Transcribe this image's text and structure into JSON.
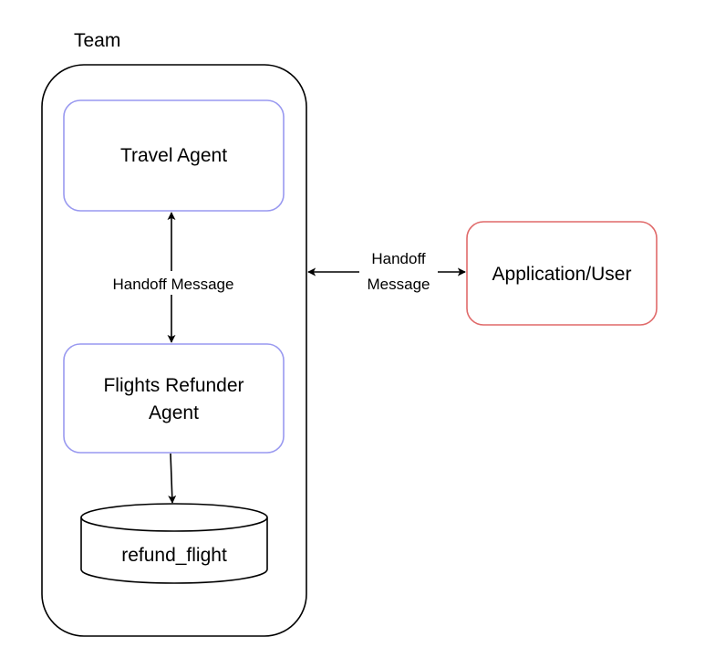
{
  "diagram": {
    "team": {
      "label": "Team"
    },
    "nodes": {
      "travel_agent": {
        "label": "Travel Agent",
        "border_color": "#9999f0"
      },
      "flights_refunder": {
        "label_line1": "Flights Refunder",
        "label_line2": "Agent",
        "border_color": "#9999f0"
      },
      "refund_flight": {
        "label": "refund_flight",
        "shape": "cylinder"
      },
      "application_user": {
        "label": "Application/User",
        "border_color": "#e06a6a"
      }
    },
    "edges": {
      "agents_handoff": {
        "label": "Handoff Message",
        "direction": "bidirectional"
      },
      "team_app_handoff": {
        "label_line1": "Handoff",
        "label_line2": "Message",
        "direction": "bidirectional"
      },
      "refunder_to_tool": {
        "direction": "forward"
      }
    }
  }
}
